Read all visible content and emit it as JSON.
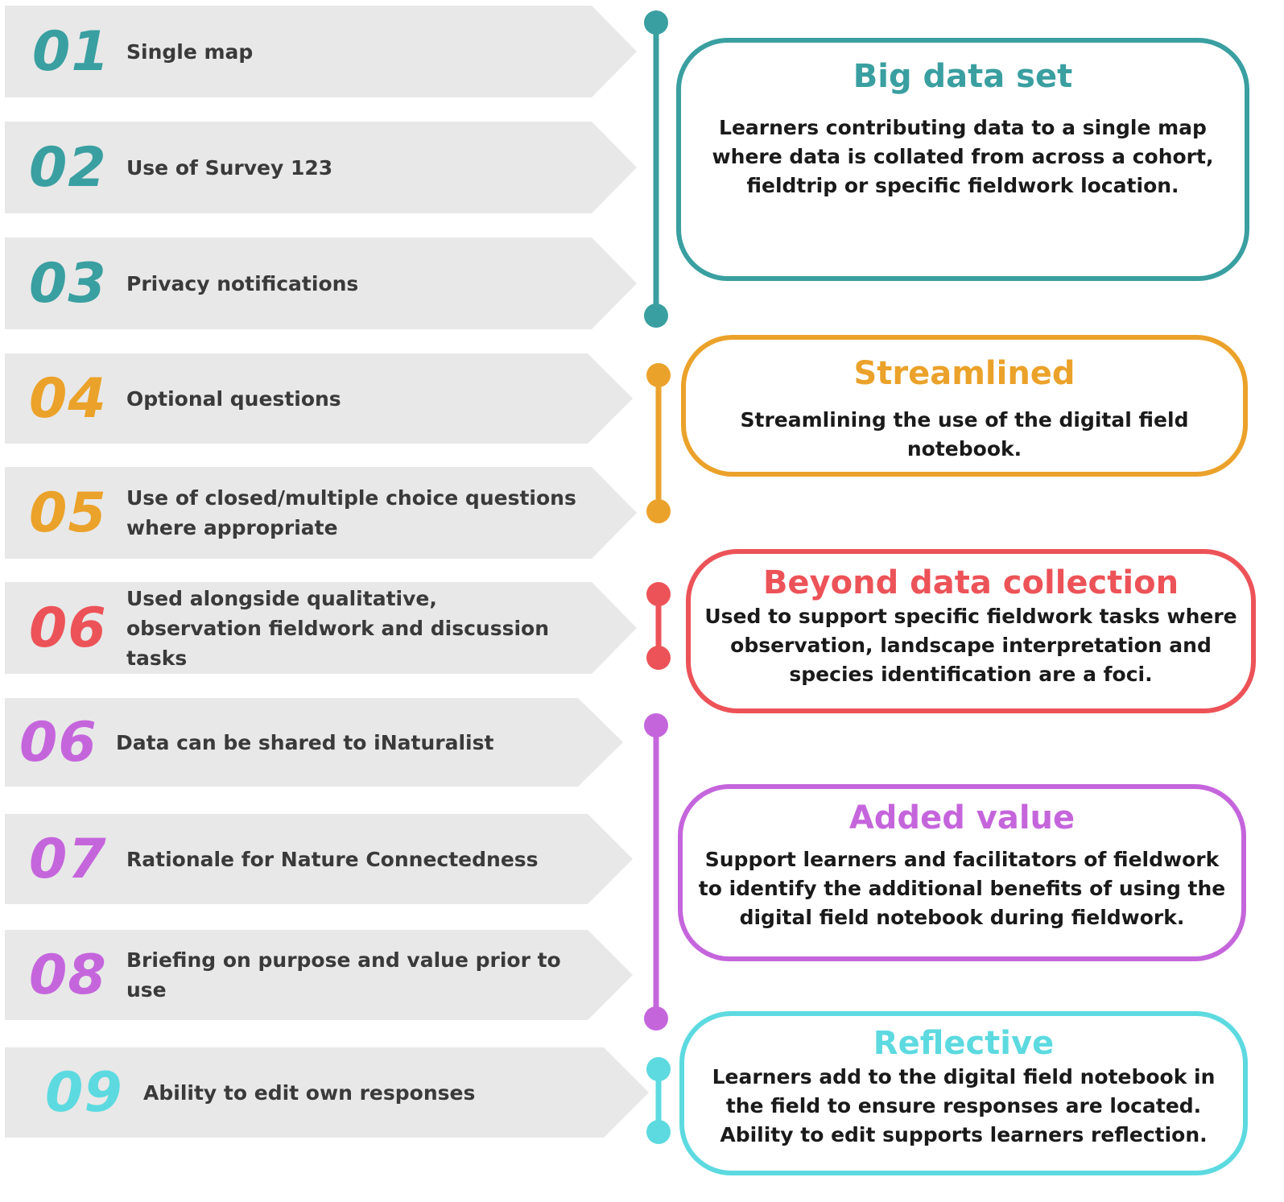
{
  "steps": [
    {
      "number": "01",
      "label": "Single map",
      "color": "#3a9fa0"
    },
    {
      "number": "02",
      "label": "Use of Survey 123",
      "color": "#3a9fa0"
    },
    {
      "number": "03",
      "label": "Privacy notifications",
      "color": "#3a9fa0"
    },
    {
      "number": "04",
      "label": "Optional questions",
      "color": "#eba22a"
    },
    {
      "number": "05",
      "label": "Use of closed/multiple choice questions where appropriate",
      "color": "#eba22a"
    },
    {
      "number": "06",
      "label": "Used alongside qualitative, observation fieldwork and discussion tasks",
      "color": "#ec5358"
    },
    {
      "number": "06",
      "label": "Data can be shared to iNaturalist",
      "color": "#c565dc"
    },
    {
      "number": "07",
      "label": "Rationale for Nature Connectedness",
      "color": "#c565dc"
    },
    {
      "number": "08",
      "label": "Briefing on purpose and value prior to use",
      "color": "#c565dc"
    },
    {
      "number": "09",
      "label": "Ability to edit own responses",
      "color": "#5cdae0"
    }
  ],
  "themes": [
    {
      "title": "Big data set",
      "text": "Learners contributing data to a single map where data is collated from across a cohort, fieldtrip or specific fieldwork location.",
      "color": "#3a9fa0"
    },
    {
      "title": "Streamlined",
      "text": "Streamlining the use of the digital field notebook.",
      "color": "#eba22a"
    },
    {
      "title": "Beyond data collection",
      "text": "Used to support specific fieldwork tasks where observation, landscape interpretation and species identification are a foci.",
      "color": "#ec5358"
    },
    {
      "title": "Added value",
      "text": "Support learners and facilitators of fieldwork to identify the additional benefits of using the digital field notebook during fieldwork.",
      "color": "#c565dc"
    },
    {
      "title": "Reflective",
      "text": "Learners add to the digital field notebook in the field to ensure responses are located. Ability to edit supports learners reflection.",
      "color": "#5cdae0"
    }
  ]
}
